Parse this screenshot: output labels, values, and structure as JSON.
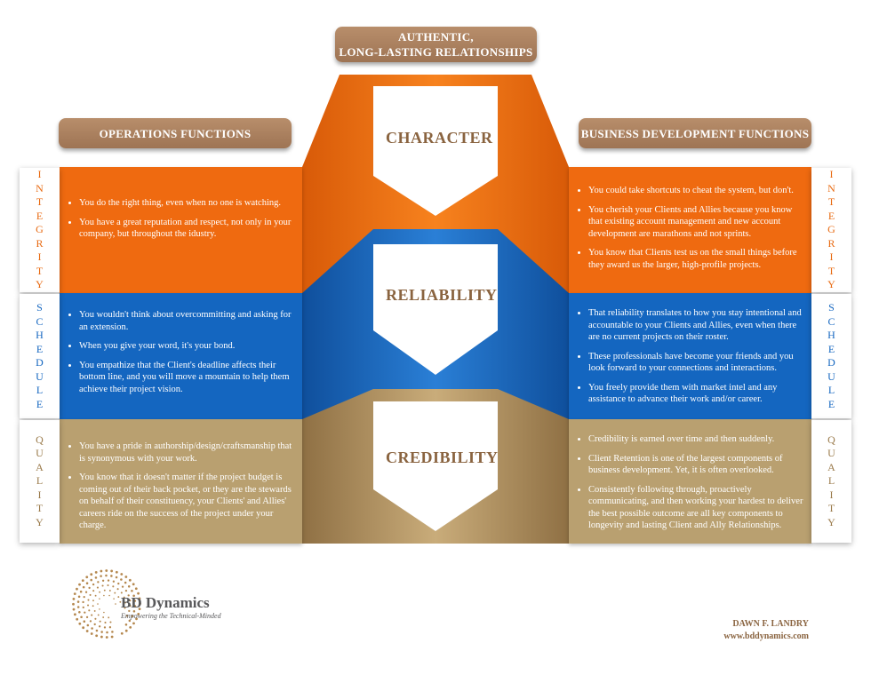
{
  "top_banner": {
    "line1": "AUTHENTIC,",
    "line2": "LONG-LASTING RELATIONSHIPS"
  },
  "left_header": "OPERATIONS FUNCTIONS",
  "right_header": "BUSINESS DEVELOPMENT FUNCTIONS",
  "columns": {
    "character": "CHARACTER",
    "reliability": "RELIABILITY",
    "credibility": "CREDIBILITY"
  },
  "tabs": {
    "integrity": [
      "I",
      "N",
      "T",
      "E",
      "G",
      "R",
      "I",
      "T",
      "Y"
    ],
    "schedule": [
      "S",
      "C",
      "H",
      "E",
      "D",
      "U",
      "L",
      "E"
    ],
    "quality": [
      "Q",
      "U",
      "A",
      "L",
      "I",
      "T",
      "Y"
    ]
  },
  "left": {
    "integrity": [
      "You do the right thing, even when no one is watching.",
      "You have a great reputation and respect, not only in your company, but throughout the idustry."
    ],
    "schedule": [
      "You wouldn't think about overcommitting and asking for an extension.",
      "When you give your word, it's your bond.",
      "You empathize that the Client's deadline affects their bottom line, and you will move a mountain to help them achieve their project vision."
    ],
    "quality": [
      "You have a pride in authorship/design/craftsmanship that is synonymous with your work.",
      "You know that it doesn't matter if the project budget is coming out of their back pocket, or they are the stewards on behalf of their constituency, your Clients' and Allies' careers ride on the success of the project under your charge."
    ]
  },
  "right": {
    "integrity": [
      "You could take shortcuts to cheat the system, but don't.",
      "You cherish your Clients and Allies because you know that existing account management and new account development are marathons and not sprints.",
      "You know that Clients test us on the small things before they award us the larger, high-profile projects."
    ],
    "schedule": [
      "That reliability translates to how you stay intentional and accountable to your Clients and Allies, even when there are no current projects on their roster.",
      "These professionals have become your friends and you look forward to your connections and interactions.",
      "You freely provide them with market intel and any assistance to advance their work and/or career."
    ],
    "quality": [
      "Credibility is earned over time and then suddenly.",
      "Client Retention is one of the largest components of business development. Yet, it is often overlooked.",
      "Consistently following through, proactively communicating, and then working your hardest to deliver the best possible outcome are all key components to longevity and lasting Client and Ally Relationships."
    ]
  },
  "logo": {
    "name": "BD Dynamics",
    "tagline": "Empowering the Technical-Minded"
  },
  "credit": {
    "name": "DAWN F. LANDRY",
    "url": "www.bddynamics.com"
  },
  "colors": {
    "orange": "#ef6a10",
    "blue": "#1466c0",
    "tan": "#b9a070",
    "brown": "#8a6440"
  }
}
